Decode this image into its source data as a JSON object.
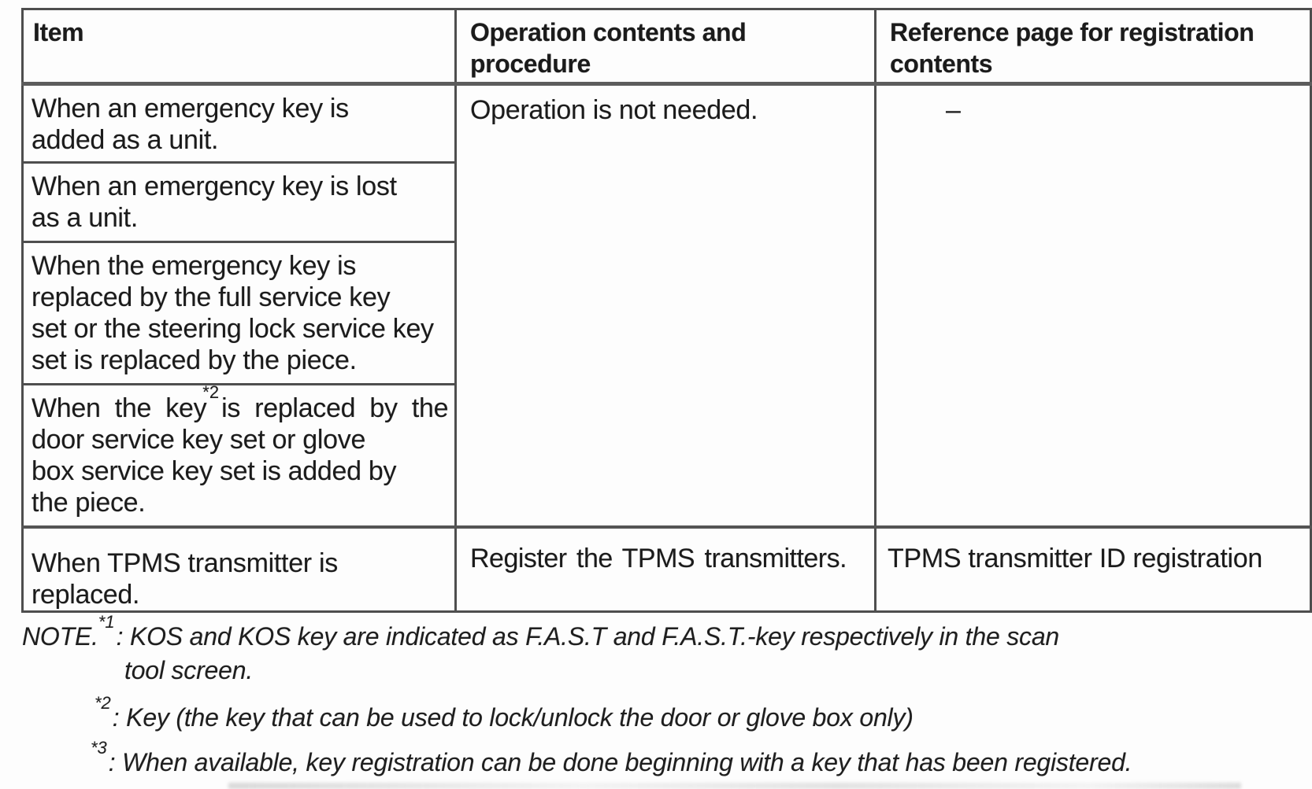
{
  "table": {
    "headers": [
      "Item",
      "Operation contents and\nprocedure",
      "Reference page for registration\ncontents"
    ],
    "merged": {
      "operation": "Operation is not needed.",
      "reference": "–"
    },
    "rows": [
      {
        "item": "When an emergency key is\nadded as a unit."
      },
      {
        "item": "When an emergency key is lost\nas a unit."
      },
      {
        "item": "When the emergency key is\nreplaced by the full service key\nset or the steering lock service key\nset is replaced by the piece."
      },
      {
        "item_pre": "When the key",
        "item_sup": "*2",
        "item_post": "is replaced by the",
        "item_rest": "door service key set or glove\nbox service key set is added by\nthe piece."
      },
      {
        "item": "When TPMS transmitter is\nreplaced.",
        "operation": "Register the TPMS transmitters.",
        "reference": "TPMS transmitter ID registration"
      }
    ]
  },
  "notes": [
    {
      "lead": "NOTE.",
      "sup": "*1",
      "body": ": KOS and KOS key are indicated as F.A.S.T and F.A.S.T.-key respectively in the scan\ntool screen."
    },
    {
      "sup": "*2",
      "body": ": Key (the key that can be used to lock/unlock the door or glove box only)"
    },
    {
      "sup": "*3",
      "body": ": When available, key registration can be done beginning with a key that has been registered."
    }
  ]
}
